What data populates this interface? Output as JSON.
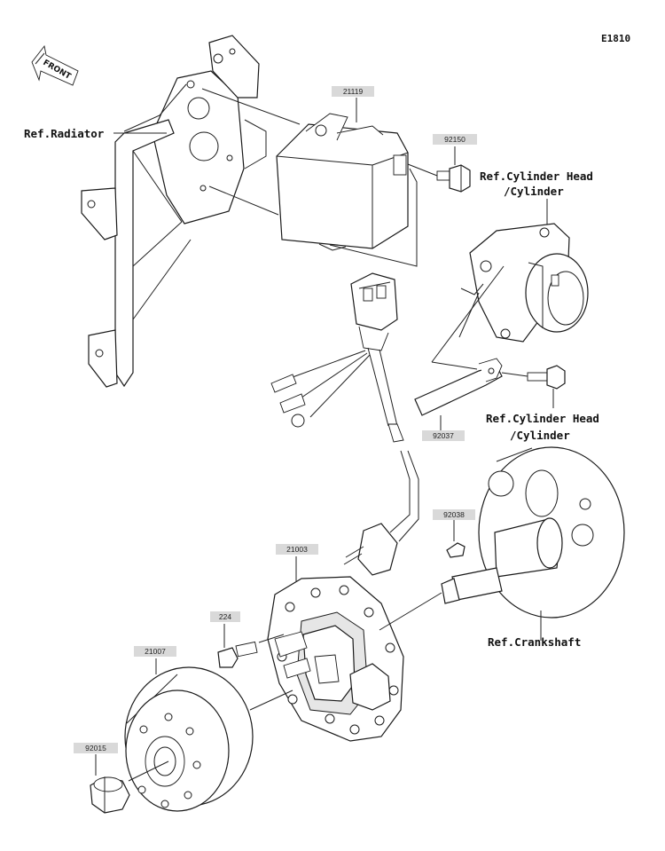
{
  "diagram_code": "E1810",
  "front_label": "FRONT",
  "references": {
    "radiator": "Ref.Radiator",
    "cylinder_head_top_line1": "Ref.Cylinder Head",
    "cylinder_head_top_line2": "/Cylinder",
    "cylinder_head_bottom_line1": "Ref.Cylinder Head",
    "cylinder_head_bottom_line2": "/Cylinder",
    "crankshaft": "Ref.Crankshaft"
  },
  "parts": {
    "cdi_unit": "21119",
    "bolt_top": "92150",
    "pickup_bracket": "92037",
    "woodruff_key": "92038",
    "stator": "21003",
    "screw": "224",
    "flywheel": "21007",
    "nut": "92015"
  }
}
